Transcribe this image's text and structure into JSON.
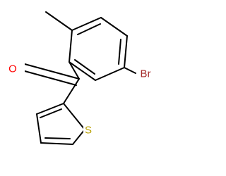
{
  "structure": {
    "atoms": {
      "oxygen": {
        "label": "O",
        "color": "#ff0000"
      },
      "sulfur": {
        "label": "S",
        "color": "#b8a000"
      },
      "bromine": {
        "label": "Br",
        "color": "#a52a2a"
      }
    },
    "bond_color": "#000000"
  }
}
